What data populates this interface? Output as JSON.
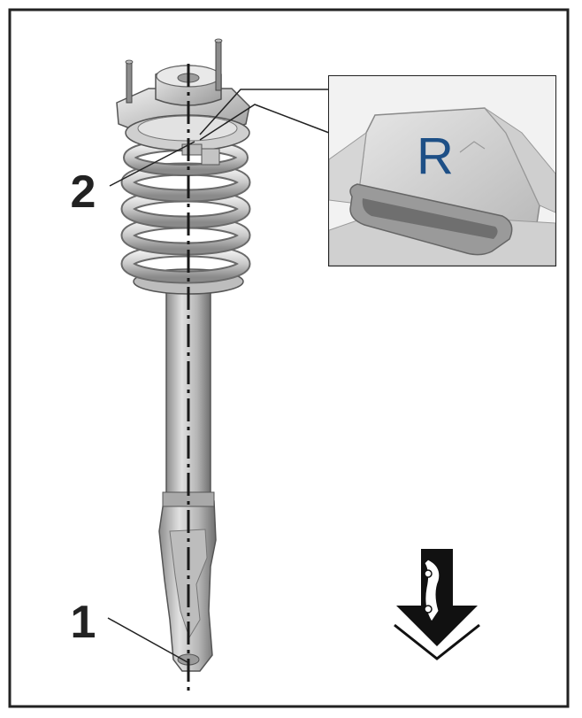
{
  "figure": {
    "callouts": [
      {
        "id": "1",
        "label": "1"
      },
      {
        "id": "2",
        "label": "2"
      }
    ],
    "detail_inset": {
      "marking": "R"
    },
    "direction_icon": "down-arrow-with-mount-icon",
    "colors": {
      "frame": "#222222",
      "part_light": "#d9d9d9",
      "part_mid": "#a6a6a6",
      "part_dark": "#5a5a5a",
      "marking": "#1d4f86",
      "axis": "#1a1a1a"
    }
  }
}
